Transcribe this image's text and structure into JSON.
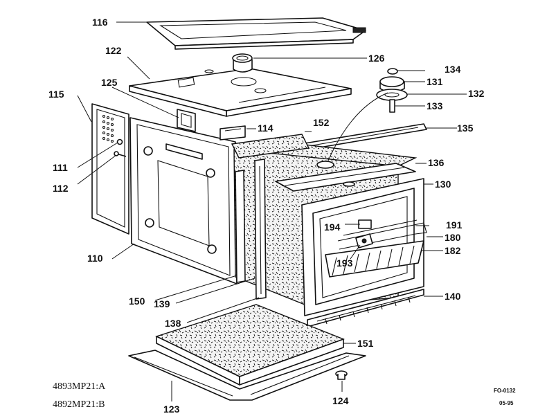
{
  "figure": {
    "part_labels": [
      {
        "id": "p116",
        "text": "116"
      },
      {
        "id": "p122",
        "text": "122"
      },
      {
        "id": "p126",
        "text": "126"
      },
      {
        "id": "p134",
        "text": "134"
      },
      {
        "id": "p125",
        "text": "125"
      },
      {
        "id": "p131",
        "text": "131"
      },
      {
        "id": "p115",
        "text": "115"
      },
      {
        "id": "p132",
        "text": "132"
      },
      {
        "id": "p133",
        "text": "133"
      },
      {
        "id": "p114",
        "text": "114"
      },
      {
        "id": "p152",
        "text": "152"
      },
      {
        "id": "p135",
        "text": "135"
      },
      {
        "id": "p111",
        "text": "111"
      },
      {
        "id": "p136",
        "text": "136"
      },
      {
        "id": "p112",
        "text": "112"
      },
      {
        "id": "p130",
        "text": "130"
      },
      {
        "id": "p194",
        "text": "194"
      },
      {
        "id": "p191",
        "text": "191"
      },
      {
        "id": "p180",
        "text": "180"
      },
      {
        "id": "p110",
        "text": "110"
      },
      {
        "id": "p182",
        "text": "182"
      },
      {
        "id": "p193",
        "text": "193"
      },
      {
        "id": "p150",
        "text": "150"
      },
      {
        "id": "p140",
        "text": "140"
      },
      {
        "id": "p139",
        "text": "139"
      },
      {
        "id": "p138",
        "text": "138"
      },
      {
        "id": "p151",
        "text": "151"
      },
      {
        "id": "p123",
        "text": "123"
      },
      {
        "id": "p124",
        "text": "124"
      }
    ],
    "models": [
      "4893MP21:A",
      "4892MP21:B"
    ],
    "figure_code": "FO-0132",
    "date_code": "05-95"
  }
}
